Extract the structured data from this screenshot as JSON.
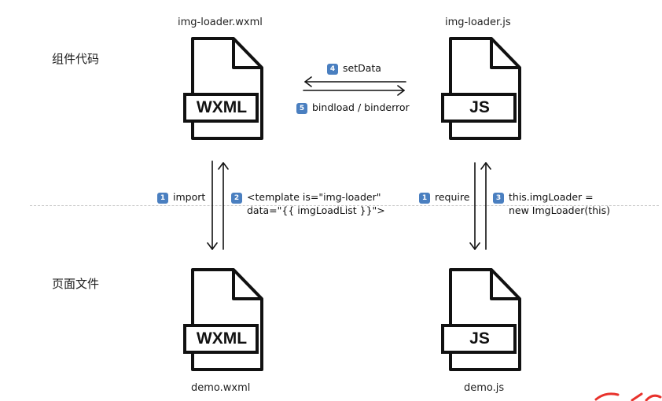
{
  "sections": {
    "component": "组件代码",
    "page": "页面文件"
  },
  "files": {
    "comp_wxml": {
      "name": "img-loader.wxml",
      "label": "WXML",
      "icon": "file-icon"
    },
    "comp_js": {
      "name": "img-loader.js",
      "label": "JS",
      "icon": "file-icon"
    },
    "page_wxml": {
      "name": "demo.wxml",
      "label": "WXML",
      "icon": "file-icon"
    },
    "page_js": {
      "name": "demo.js",
      "label": "JS",
      "icon": "file-icon"
    }
  },
  "steps": {
    "set_data": {
      "num": "4",
      "text": "setData"
    },
    "bind_load": {
      "num": "5",
      "text": "bindload / binderror"
    },
    "import": {
      "num": "1",
      "text": "import"
    },
    "template": {
      "num": "2",
      "line1": "<template is=\"img-loader\"",
      "line2": "data=\"{{ imgLoadList }}\">"
    },
    "require": {
      "num": "1",
      "text": "require"
    },
    "instantiate": {
      "num": "3",
      "line1": "this.imgLoader =",
      "line2": "new ImgLoader(this)"
    }
  },
  "colors": {
    "badge": "#4a7fc0",
    "stroke": "#111111",
    "divider": "#c9c9c9",
    "corner_mark": "#e8322c"
  }
}
